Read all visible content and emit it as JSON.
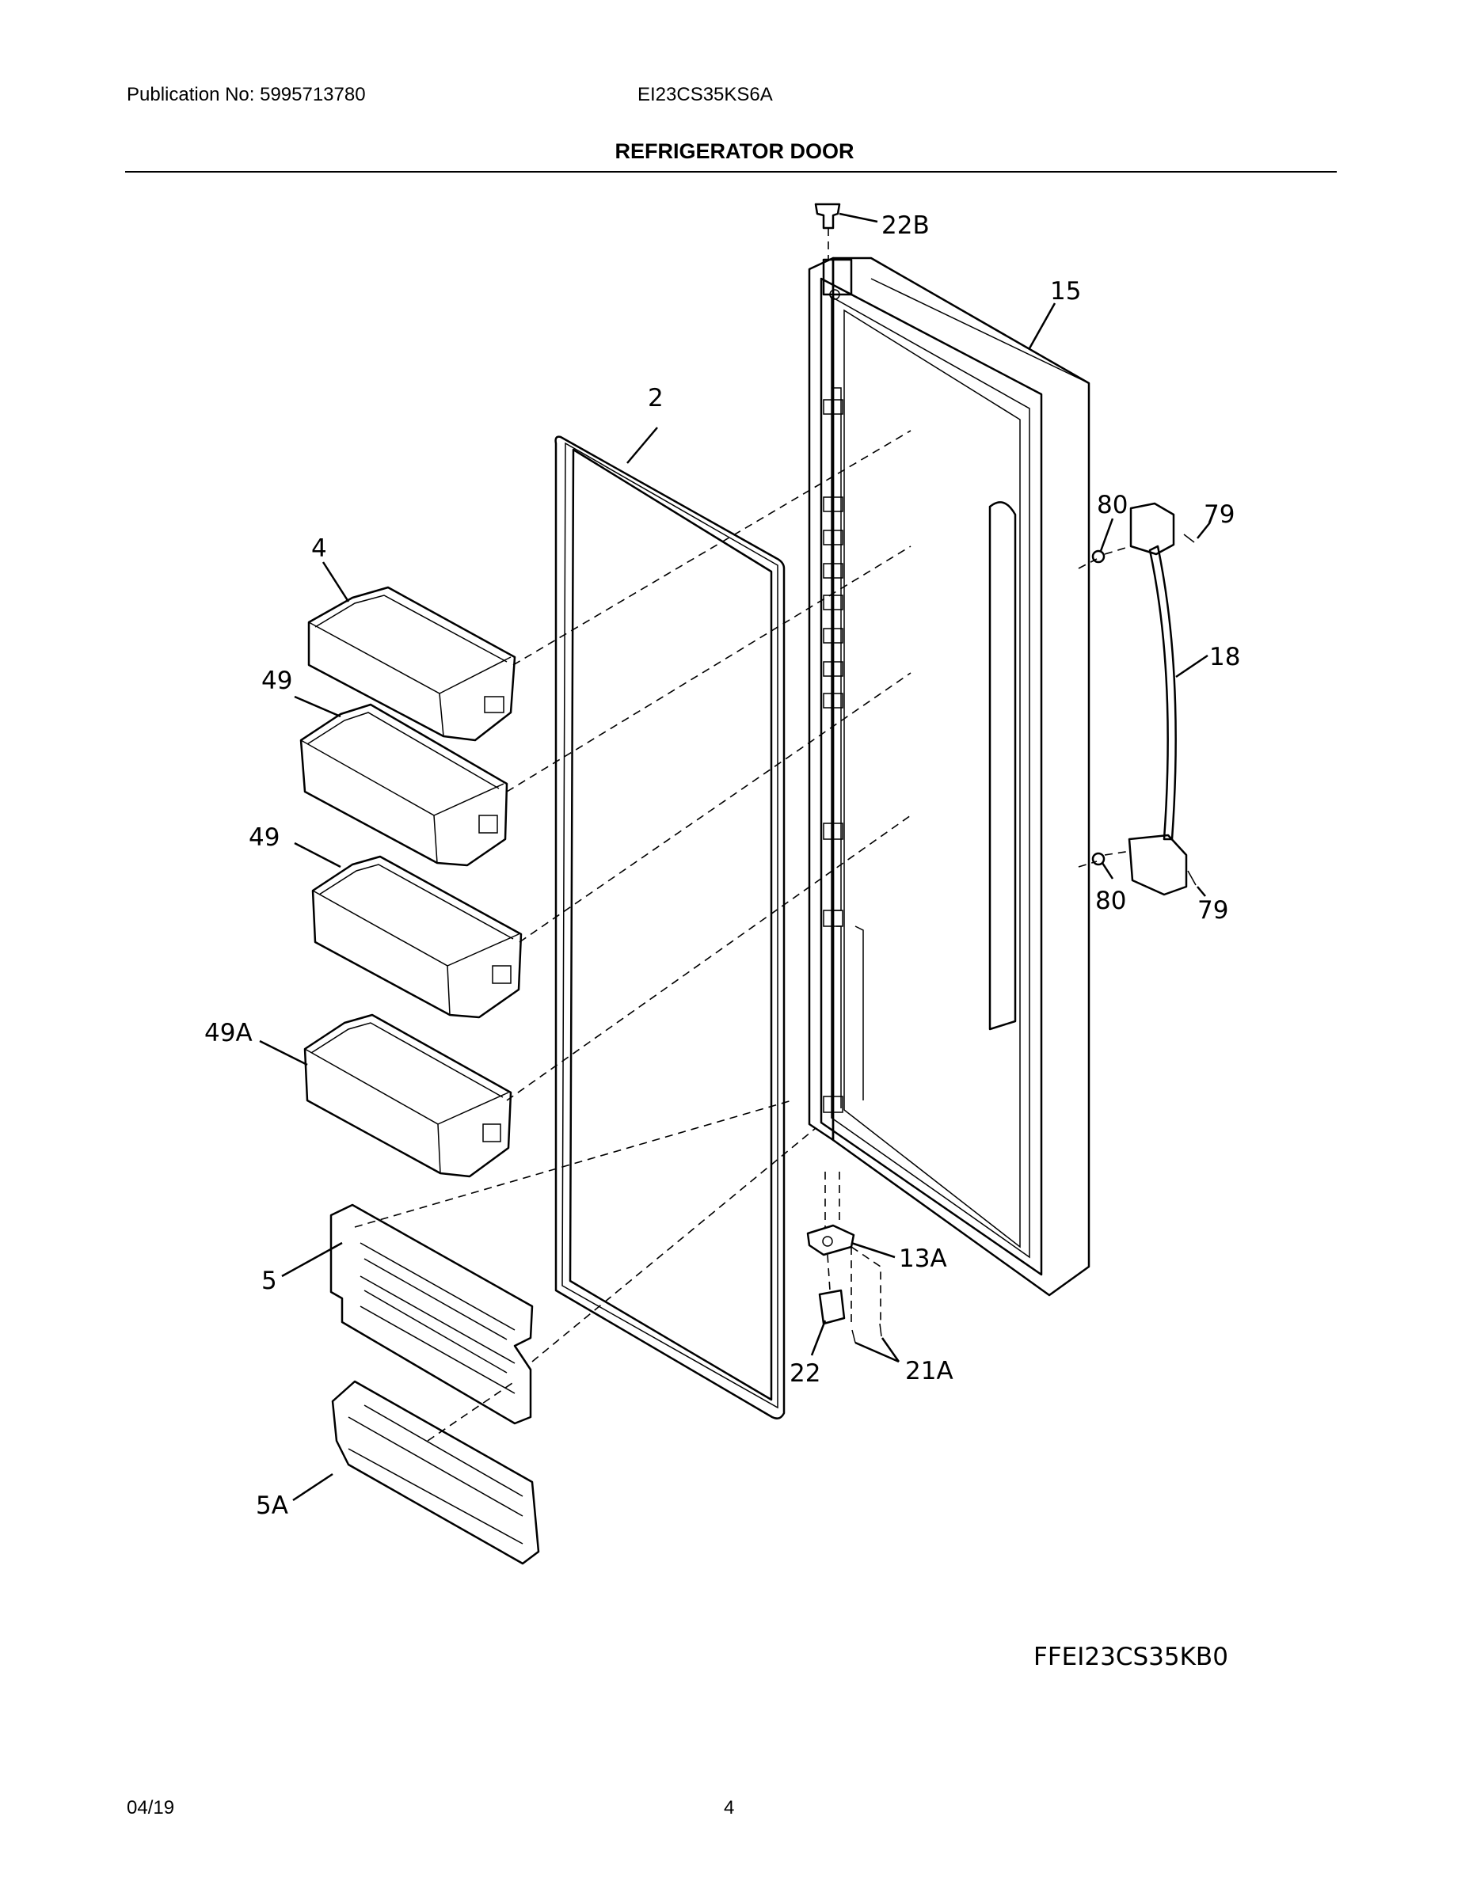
{
  "header": {
    "publication": "Publication No: 5995713780",
    "model": "EI23CS35KS6A",
    "title": "REFRIGERATOR DOOR"
  },
  "callouts": {
    "c22b": "22B",
    "c15": "15",
    "c2": "2",
    "c4": "4",
    "c49a": "49",
    "c49b": "49",
    "c49A": "49A",
    "c80a": "80",
    "c79a": "79",
    "c18": "18",
    "c80b": "80",
    "c79b": "79",
    "c13A": "13A",
    "c5": "5",
    "c22": "22",
    "c21A": "21A",
    "c5A": "5A"
  },
  "diagram_code": "FFEI23CS35KB0",
  "footer": {
    "date": "04/19",
    "page": "4"
  }
}
